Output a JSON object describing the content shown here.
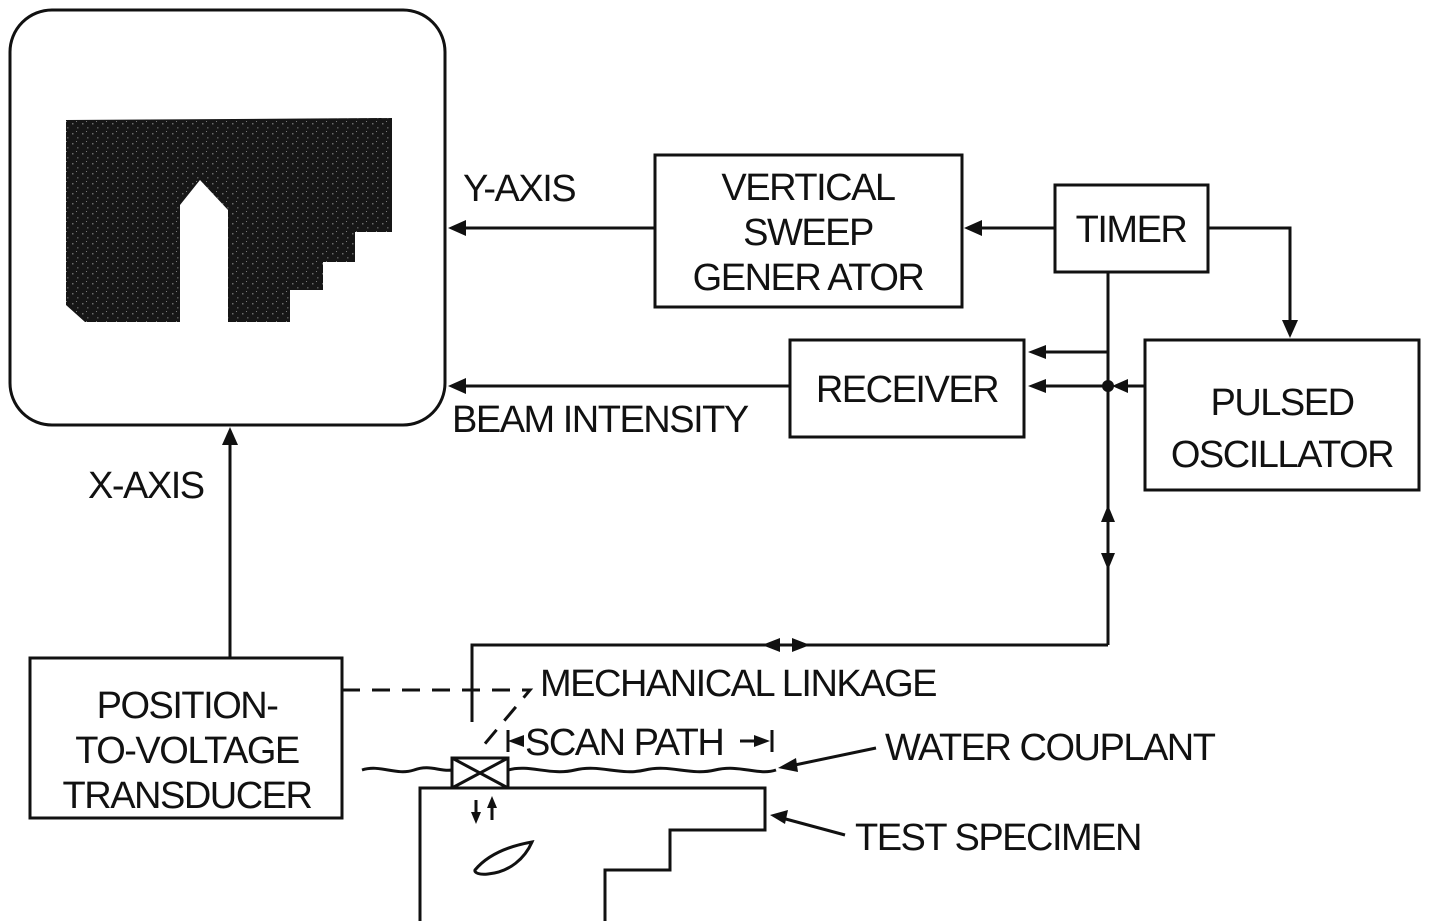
{
  "labels": {
    "y_axis": "Y-AXIS",
    "x_axis": "X-AXIS",
    "beam_intensity": "BEAM INTENSITY",
    "mechanical_linkage": "MECHANICAL LINKAGE",
    "scan_path": "SCAN PATH",
    "water_couplant": "WATER COUPLANT",
    "test_specimen": "TEST SPECIMEN"
  },
  "blocks": {
    "vertical_sweep_generator": [
      "VERTICAL",
      "SWEEP",
      "GENER ATOR"
    ],
    "timer": [
      "TIMER"
    ],
    "receiver": [
      "RECEIVER"
    ],
    "pulsed_oscillator": [
      "PULSED",
      "OSCILLATOR"
    ],
    "position_transducer": [
      "POSITION-",
      "TO-VOLTAGE",
      "TRANSDUCER"
    ]
  }
}
